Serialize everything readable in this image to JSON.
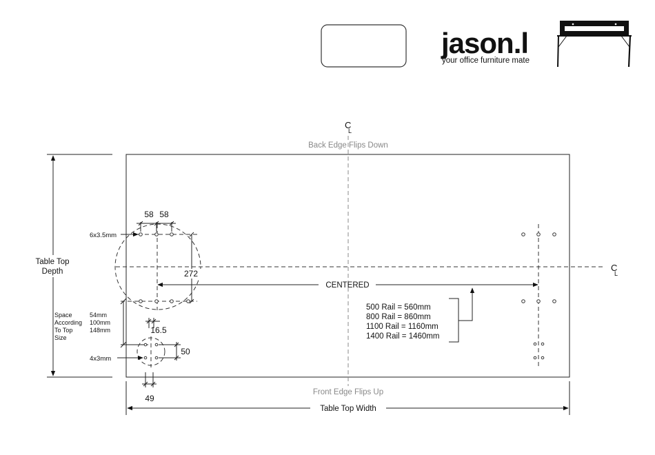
{
  "logo": {
    "brand": "jason.l",
    "tagline": "your office furniture mate"
  },
  "drawing": {
    "centerline_mark_top": "C",
    "centerline_mark_right": "C",
    "centerline_sub": "L",
    "back_edge": "Back Edge Flips Down",
    "front_edge": "Front Edge Flips Up",
    "width_label": "Table Top Width",
    "depth_label_1": "Table Top",
    "depth_label_2": "Depth",
    "centered_label": "CENTERED",
    "dim_58a": "58",
    "dim_58b": "58",
    "dim_272": "272",
    "dim_16_5": "16.5",
    "dim_50": "50",
    "dim_49": "49",
    "holes_top": "6x3.5mm",
    "holes_bottom": "4x3mm",
    "space_label_1": "Space",
    "space_label_2": "According",
    "space_label_3": "To Top",
    "space_label_4": "Size",
    "space_val_1": "54mm",
    "space_val_2": "100mm",
    "space_val_3": "148mm",
    "rail_1": "500 Rail = 560mm",
    "rail_2": "800 Rail = 860mm",
    "rail_3": "1100 Rail = 1160mm",
    "rail_4": "1400 Rail = 1460mm"
  }
}
